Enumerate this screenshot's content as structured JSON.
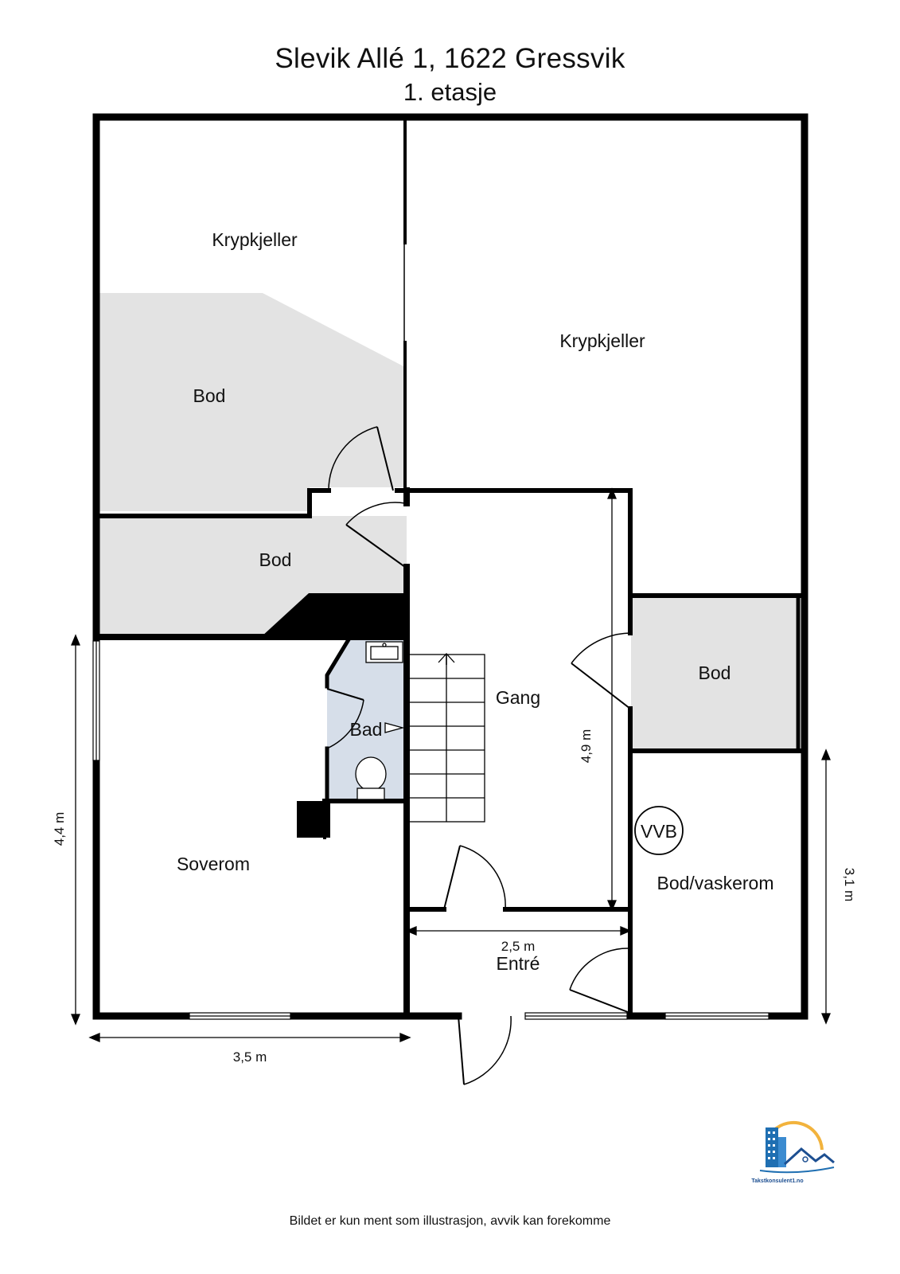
{
  "header": {
    "address": "Slevik Allé 1, 1622 Gressvik",
    "floor": "1. etasje"
  },
  "rooms": {
    "krypkjeller_left": "Krypkjeller",
    "krypkjeller_right": "Krypkjeller",
    "bod_upper": "Bod",
    "bod_middle": "Bod",
    "bod_right": "Bod",
    "bad": "Bad",
    "gang": "Gang",
    "soverom": "Soverom",
    "bod_vaskerom": "Bod/vaskerom",
    "entre": "Entré",
    "vvb": "VVB"
  },
  "dimensions": {
    "left_height": "4,4 m",
    "bottom_width": "3,5 m",
    "gang_height": "4,9 m",
    "entre_width": "2,5 m",
    "right_height": "3,1 m"
  },
  "logo": {
    "text": "Takstkonsulent1.no",
    "colors": {
      "building": "#1f6fb2",
      "sun": "#f2b33d",
      "roof": "#1d4f91"
    }
  },
  "footer": {
    "disclaimer": "Bildet er kun ment som illustrasjon, avvik kan forekomme"
  },
  "colors": {
    "wall": "#000000",
    "bod_fill": "#e3e3e3",
    "bad_fill": "#d6dee9"
  }
}
